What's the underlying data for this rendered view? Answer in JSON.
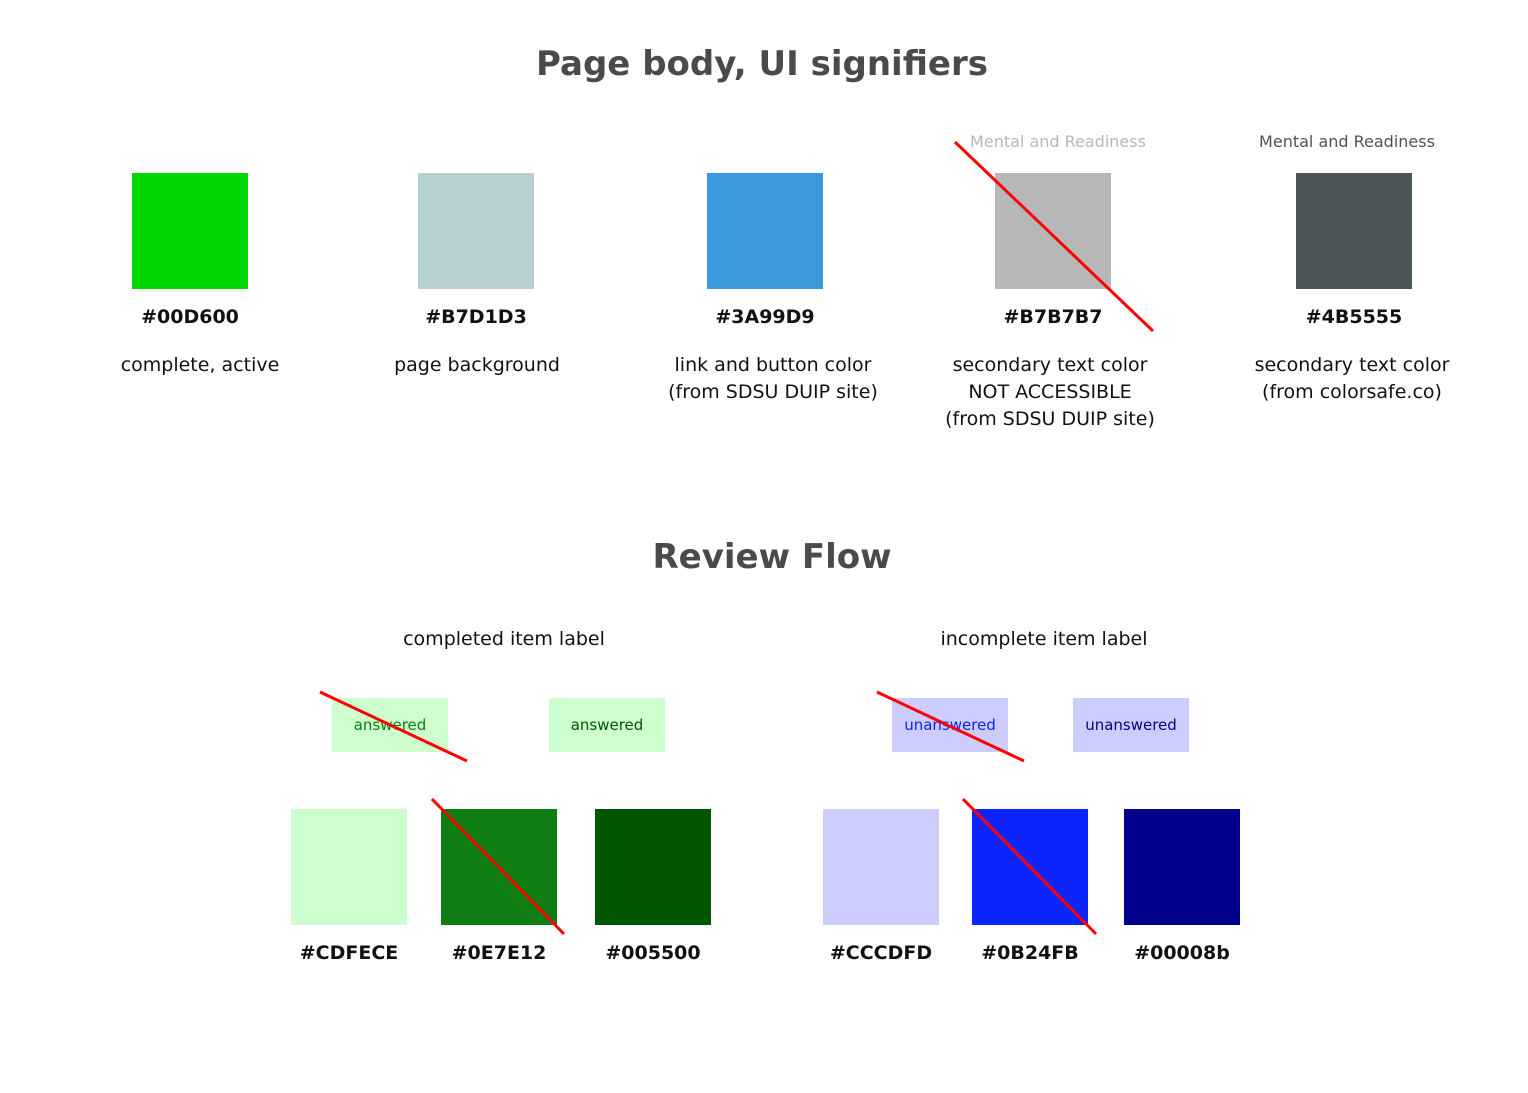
{
  "headings": {
    "ui_signifiers": "Page body, UI signifiers",
    "review_flow": "Review Flow"
  },
  "ui_colors": [
    {
      "hex_label": "#00D600",
      "color": "#00D600",
      "description": "complete, active"
    },
    {
      "hex_label": "#B7D1D3",
      "color": "#B7D1D3",
      "description": "page background"
    },
    {
      "hex_label": "#3A99D9",
      "color": "#3A99D9",
      "description": "link and button color\n(from SDSU DUIP site)"
    },
    {
      "hex_label": "#B7B7B7",
      "color": "#B7B7B7",
      "description": "secondary text color\nNOT ACCESSIBLE\n(from SDSU DUIP site)",
      "sample_text": "Mental and Readiness",
      "crossed_out": true
    },
    {
      "hex_label": "#4B5555",
      "color": "#4B5555",
      "description": "secondary text color\n(from  colorsafe.co)",
      "sample_text": "Mental and Readiness"
    }
  ],
  "review_flow": {
    "completed": {
      "label": "completed item label",
      "chips": [
        {
          "text": "answered",
          "background": "#CDFECE",
          "text_color": "#0E7E12",
          "crossed_out": true
        },
        {
          "text": "answered",
          "background": "#CDFECE",
          "text_color": "#005500"
        }
      ],
      "swatches": [
        {
          "hex_label": "#CDFECE",
          "color": "#CDFECE"
        },
        {
          "hex_label": "#0E7E12",
          "color": "#0E7E12",
          "crossed_out": true
        },
        {
          "hex_label": "#005500",
          "color": "#005500"
        }
      ]
    },
    "incomplete": {
      "label": "incomplete item label",
      "chips": [
        {
          "text": "unanswered",
          "background": "#CCCDFD",
          "text_color": "#0B24FB",
          "crossed_out": true
        },
        {
          "text": "unanswered",
          "background": "#CCCDFD",
          "text_color": "#00008b"
        }
      ],
      "swatches": [
        {
          "hex_label": "#CCCDFD",
          "color": "#CCCDFD"
        },
        {
          "hex_label": "#0B24FB",
          "color": "#0B24FB",
          "crossed_out": true
        },
        {
          "hex_label": "#00008b",
          "color": "#00008b"
        }
      ]
    }
  },
  "strike_color": "#FF0000"
}
